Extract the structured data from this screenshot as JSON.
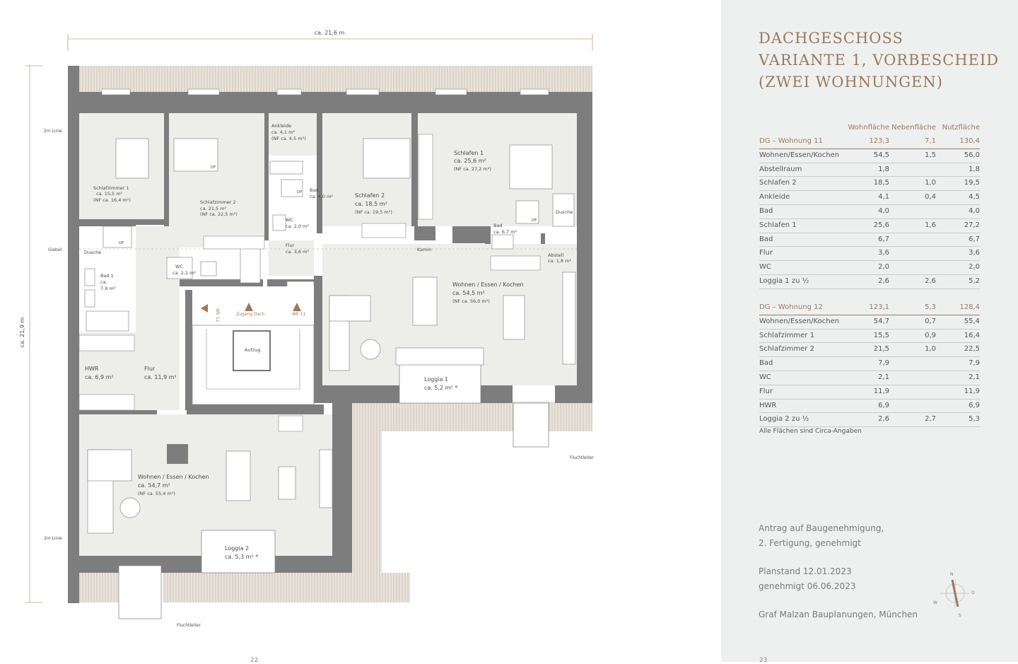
{
  "plan": {
    "dimensions": {
      "width": "ca. 21,6 m",
      "height": "ca. 21,9 m"
    },
    "side_labels": {
      "line_top": "2m Linie",
      "gable": "Giebel",
      "line_bottom": "2m Linie"
    },
    "escape_ladder": "Fluchtleiter",
    "rooms": {
      "ankleide": {
        "name": "Ankleide",
        "area": "ca. 4,1 m²",
        "nf": "(NF ca. 4,5 m²)"
      },
      "schlafen1": {
        "name": "Schlafen 1",
        "area": "ca. 25,6 m²",
        "nf": "(NF ca. 27,2 m²)"
      },
      "schlafzimmer1": {
        "name": "Schlafzimmer 1",
        "area": "ca. 15,5 m²",
        "nf": "(NF ca. 16,4 m²)"
      },
      "schlafzimmer2": {
        "name": "Schlafzimmer 2",
        "area": "ca. 21,5 m²",
        "nf": "(NF ca. 22,5 m²)"
      },
      "bad_small": {
        "name": "Bad",
        "area": "ca. 4,0 m²"
      },
      "schlafen2": {
        "name": "Schlafen 2",
        "area": "ca. 18,5 m²",
        "nf": "(NF ca. 19,5 m²)"
      },
      "wc_top": {
        "name": "WC",
        "area": "ca. 2,0 m²"
      },
      "bad_right": {
        "name": "Bad",
        "area": "ca. 6,7 m²"
      },
      "dusche_right": {
        "name": "Dusche"
      },
      "flur_small": {
        "name": "Flur",
        "area": "ca. 3,6 m²"
      },
      "kamin": {
        "name": "Kamin"
      },
      "abstell": {
        "name": "Abstell",
        "area": "ca. 1,8 m²"
      },
      "dusche_left": {
        "name": "Dusche"
      },
      "bad1": {
        "name": "Bad 1",
        "area_line1": "ca.",
        "area_line2": "7,9 m²"
      },
      "wc_left": {
        "name": "WC",
        "area": "ca. 2,1 m²"
      },
      "wohnen11": {
        "name": "Wohnen / Essen / Kochen",
        "area": "ca. 54,5 m²",
        "nf": "(NF ca. 56,0 m²)"
      },
      "zugang": {
        "we12": "WE 12",
        "zugang": "Zugang Dach",
        "we11": "WE 11"
      },
      "aufzug": {
        "name": "Aufzug"
      },
      "hwr": {
        "name": "HWR",
        "area": "ca. 6,9 m²"
      },
      "flur_big": {
        "name": "Flur",
        "area": "ca. 11,9 m²"
      },
      "loggia1": {
        "name": "Loggia 1",
        "area": "ca. 5,2 m² *"
      },
      "wohnen12": {
        "name": "Wohnen / Essen / Kochen",
        "area": "ca. 54,7 m²",
        "nf": "(NF ca. 55,4 m²)"
      },
      "loggia2": {
        "name": "Loggia 2",
        "area": "ca. 5,3 m² *"
      }
    },
    "fixture_labels": {
      "df": "DF"
    },
    "page_number": "22"
  },
  "panel": {
    "title_lines": [
      "DACHGESCHOSS",
      "VARIANTE 1, VORBESCHEID",
      "(ZWEI WOHNUNGEN)"
    ],
    "columns": [
      "Wohnfläche",
      "Nebenfläche",
      "Nutzfläche"
    ],
    "unit11": {
      "head": [
        "DG – Wohnung 11",
        "123,3",
        "7,1",
        "130,4"
      ],
      "rows": [
        [
          "Wohnen/Essen/Kochen",
          "54,5",
          "1,5",
          "56,0"
        ],
        [
          "Abstellraum",
          "1,8",
          "",
          "1,8"
        ],
        [
          "Schlafen 2",
          "18,5",
          "1,0",
          "19,5"
        ],
        [
          "Ankleide",
          "4,1",
          "0,4",
          "4,5"
        ],
        [
          "Bad",
          "4,0",
          "",
          "4,0"
        ],
        [
          "Schlafen 1",
          "25,6",
          "1,6",
          "27,2"
        ],
        [
          "Bad",
          "6,7",
          "",
          "6,7"
        ],
        [
          "Flur",
          "3,6",
          "",
          "3,6"
        ],
        [
          "WC",
          "2,0",
          "",
          "2,0"
        ],
        [
          "Loggia 1 zu ½",
          "2,6",
          "2,6",
          "5,2"
        ]
      ]
    },
    "unit12": {
      "head": [
        "DG – Wohnung 12",
        "123,1",
        "5,3",
        "128,4"
      ],
      "rows": [
        [
          "Wohnen/Essen/Kochen",
          "54,7",
          "0,7",
          "55,4"
        ],
        [
          "Schlafzimmer 1",
          "15,5",
          "0,9",
          "16,4"
        ],
        [
          "Schlafzimmer 2",
          "21,5",
          "1,0",
          "22,5"
        ],
        [
          "Bad",
          "7,9",
          "",
          "7,9"
        ],
        [
          "WC",
          "2,1",
          "",
          "2,1"
        ],
        [
          "Flur",
          "11,9",
          "",
          "11,9"
        ],
        [
          "HWR",
          "6,9",
          "",
          "6,9"
        ],
        [
          "Loggia 2 zu ½",
          "2,6",
          "2,7",
          "5,3"
        ]
      ]
    },
    "note": "Alle Flächen sind Circa-Angaben",
    "info": {
      "antrag1": "Antrag auf Baugenehmigung,",
      "antrag2": "2. Fertigung, genehmigt",
      "planstand": "Planstand 12.01.2023",
      "genehmigt": "genehmigt 06.06.2023",
      "firma": "Graf Malzan Bauplanungen, München"
    },
    "compass": {
      "n": "N",
      "o": "O",
      "s": "S",
      "w": "W"
    },
    "page_number": "23"
  }
}
